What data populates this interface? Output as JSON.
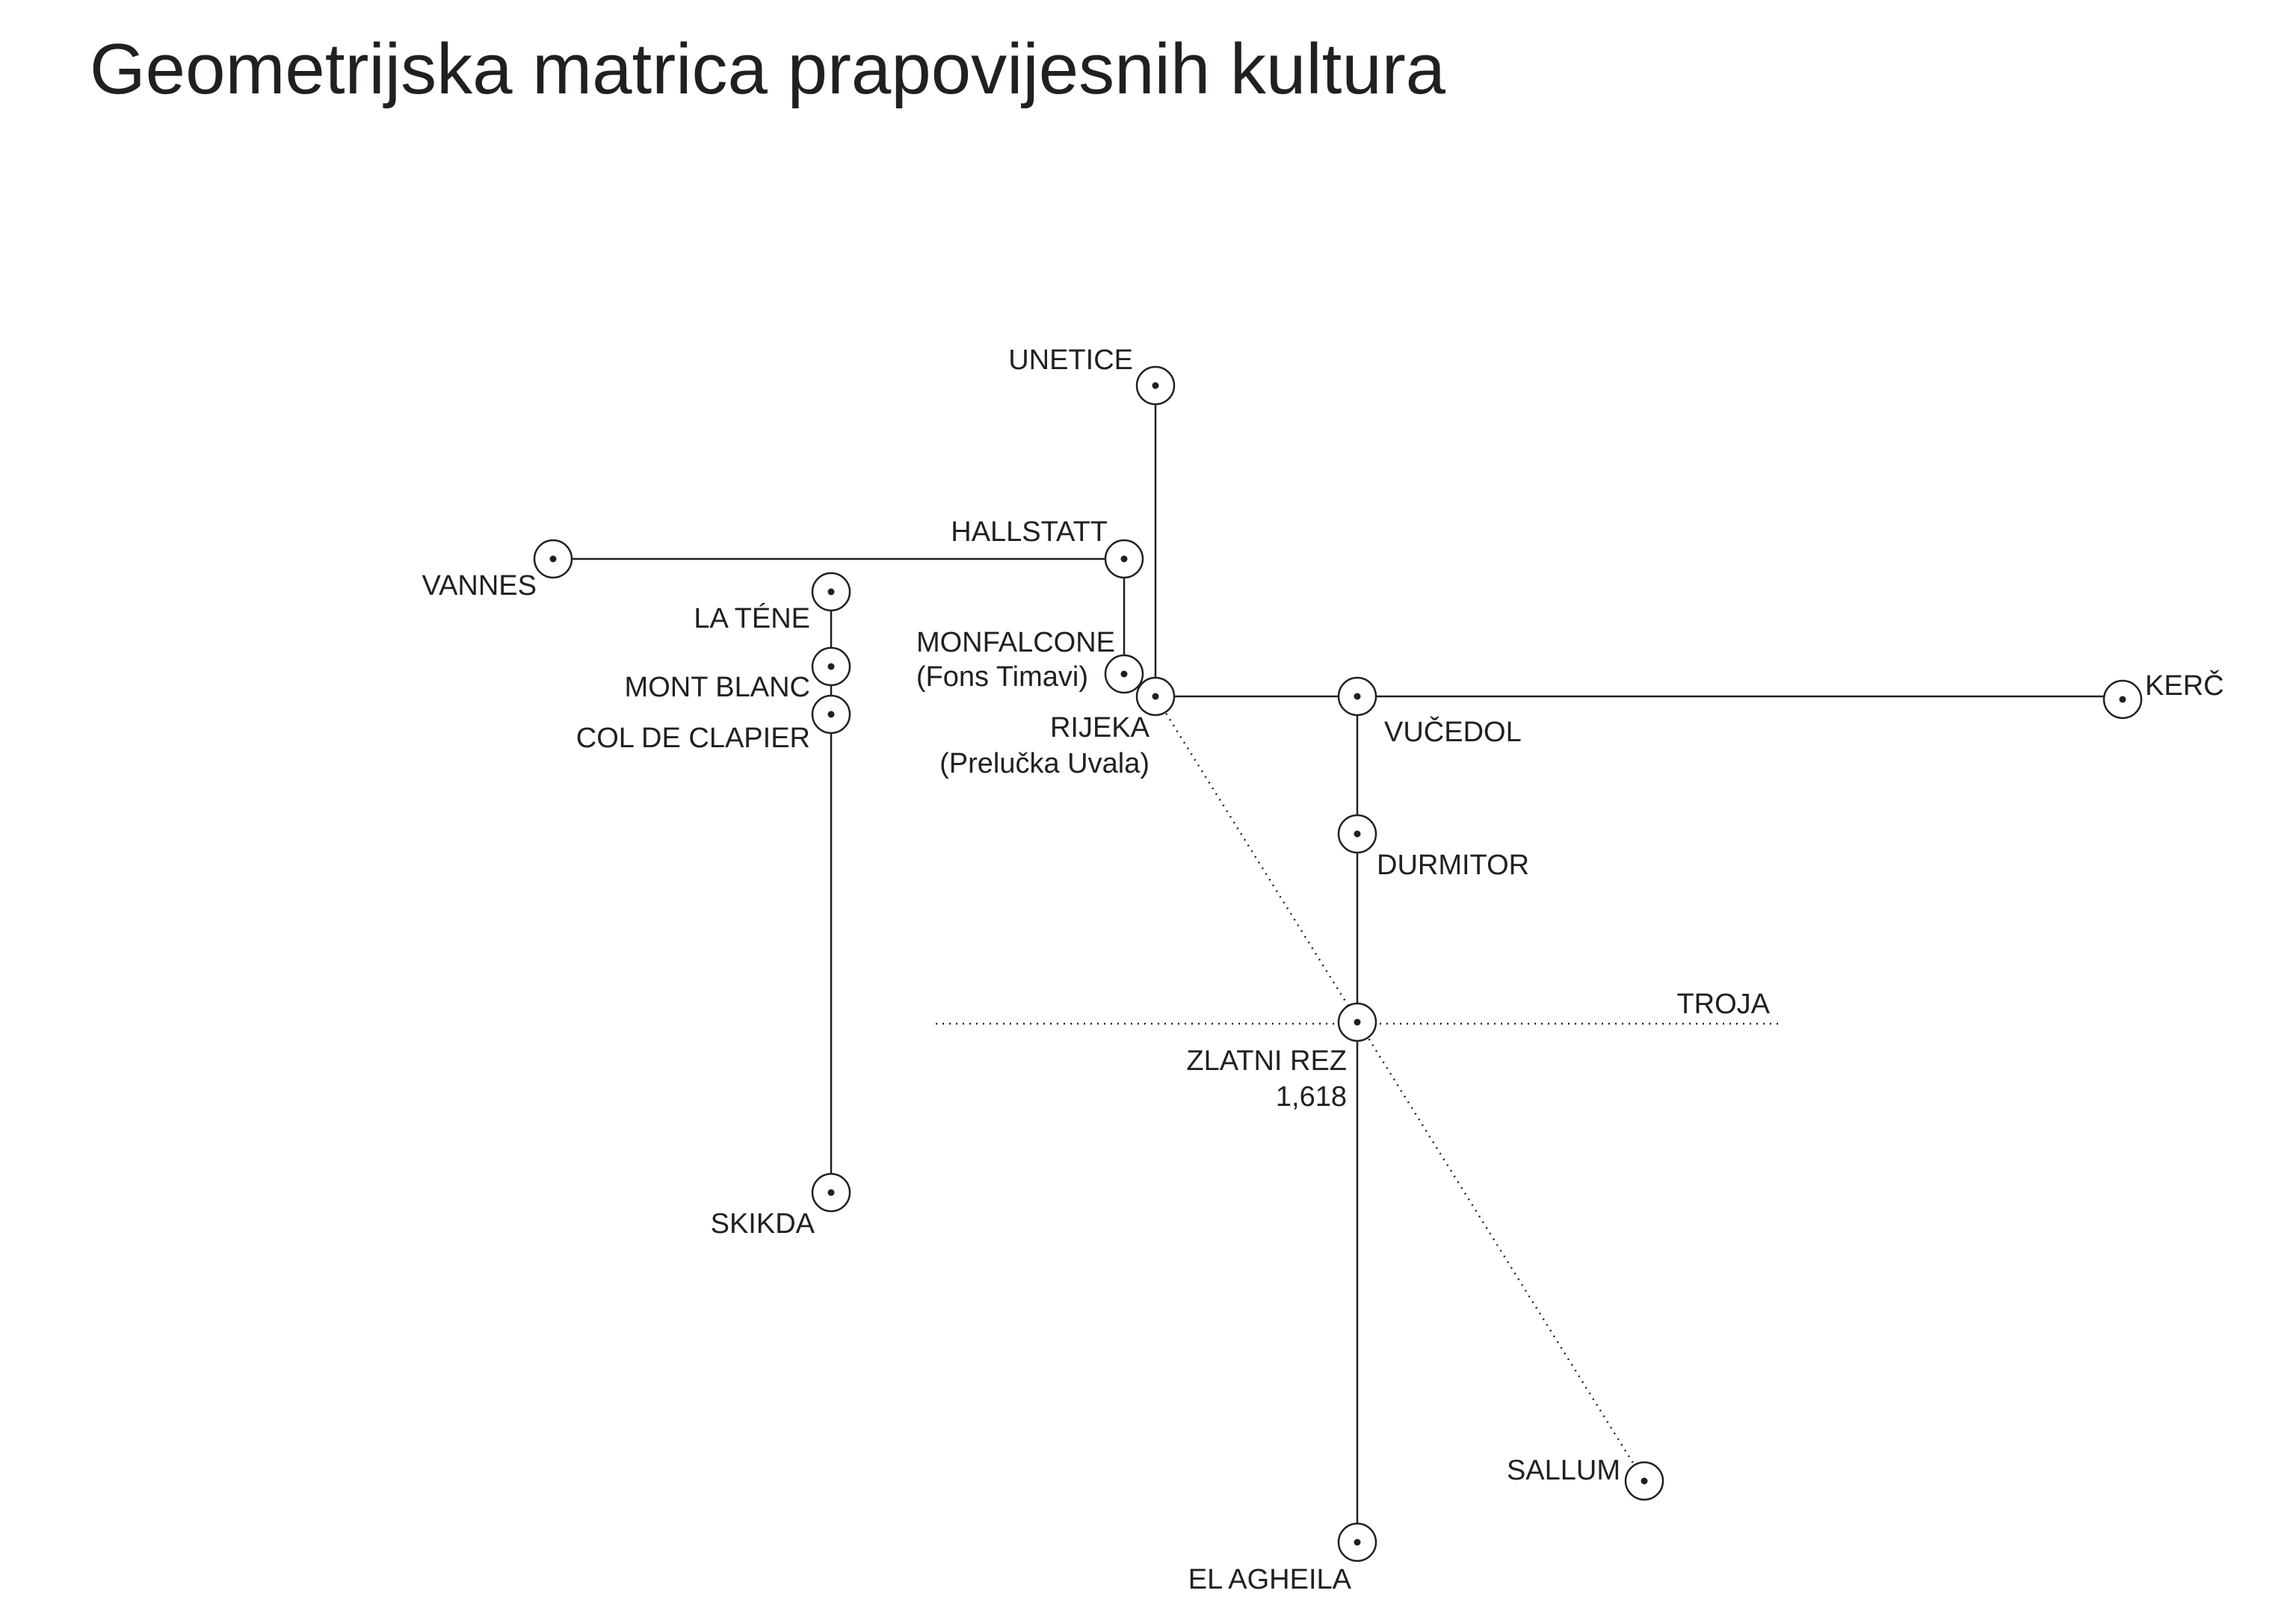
{
  "title": "Geometrijska matrica prapovijesnih kultura",
  "colors": {
    "ink": "#231f20",
    "background": "#ffffff"
  },
  "labels": {
    "unetice": "UNETICE",
    "hallstatt": "HALLSTATT",
    "vannes": "VANNES",
    "la_tene": "LA TÉNE",
    "monfalcone": "MONFALCONE",
    "monfalcone_sub": "(Fons Timavi)",
    "mont_blanc": "MONT BLANC",
    "col_de_clapier": "COL DE CLAPIER",
    "rijeka": "RIJEKA",
    "rijeka_sub": "(Prelučka Uvala)",
    "vucedol": "VUČEDOL",
    "kerc": "KERČ",
    "durmitor": "DURMITOR",
    "troja": "TROJA",
    "zlatni_rez": "ZLATNI REZ",
    "zlatni_rez_value": "1,618",
    "skikda": "SKIKDA",
    "sallum": "SALLUM",
    "el_agheila": "EL AGHEILA"
  }
}
